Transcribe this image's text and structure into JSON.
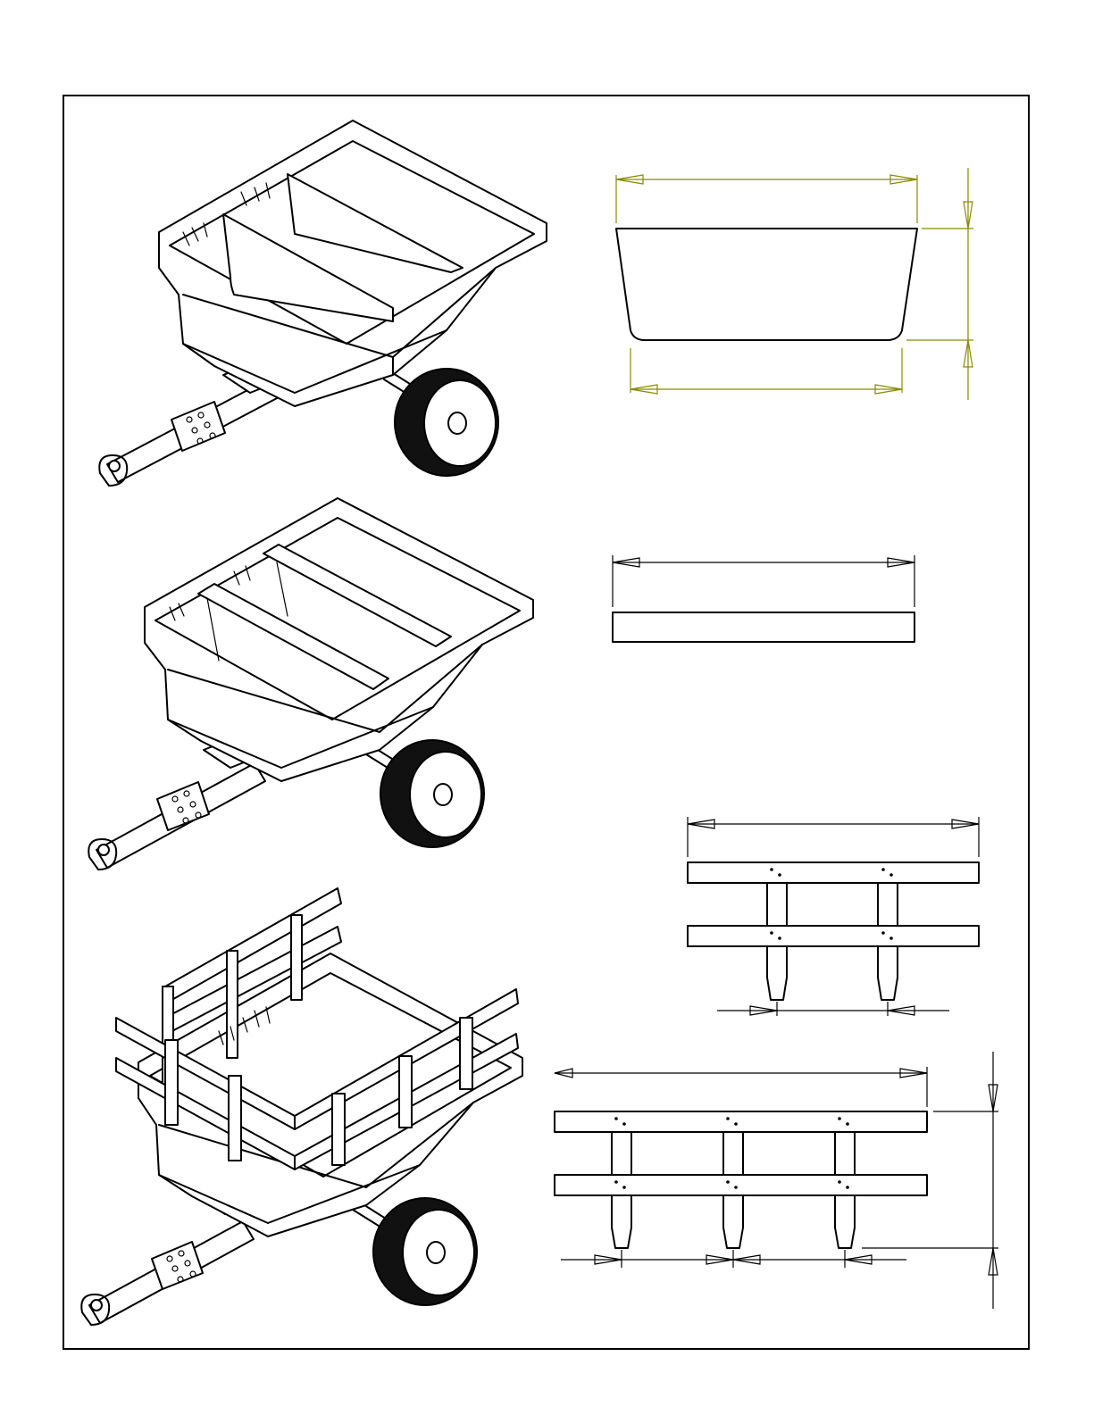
{
  "sheet": {
    "title": "",
    "accent_color": "#8a8a00",
    "line_color": "#000000"
  },
  "figures": [
    {
      "id": "cart-with-dividers",
      "label": ""
    },
    {
      "id": "cart-with-crossboards",
      "label": ""
    },
    {
      "id": "cart-with-side-rails",
      "label": ""
    }
  ],
  "dimensions": {
    "divider_top_width": "",
    "divider_bottom_width": "",
    "divider_height": "",
    "crossboard_length": "",
    "short_rail_length": "",
    "short_rail_post_spacing": "",
    "long_rail_length": "",
    "long_rail_post_spacing": "",
    "long_rail_height": ""
  }
}
